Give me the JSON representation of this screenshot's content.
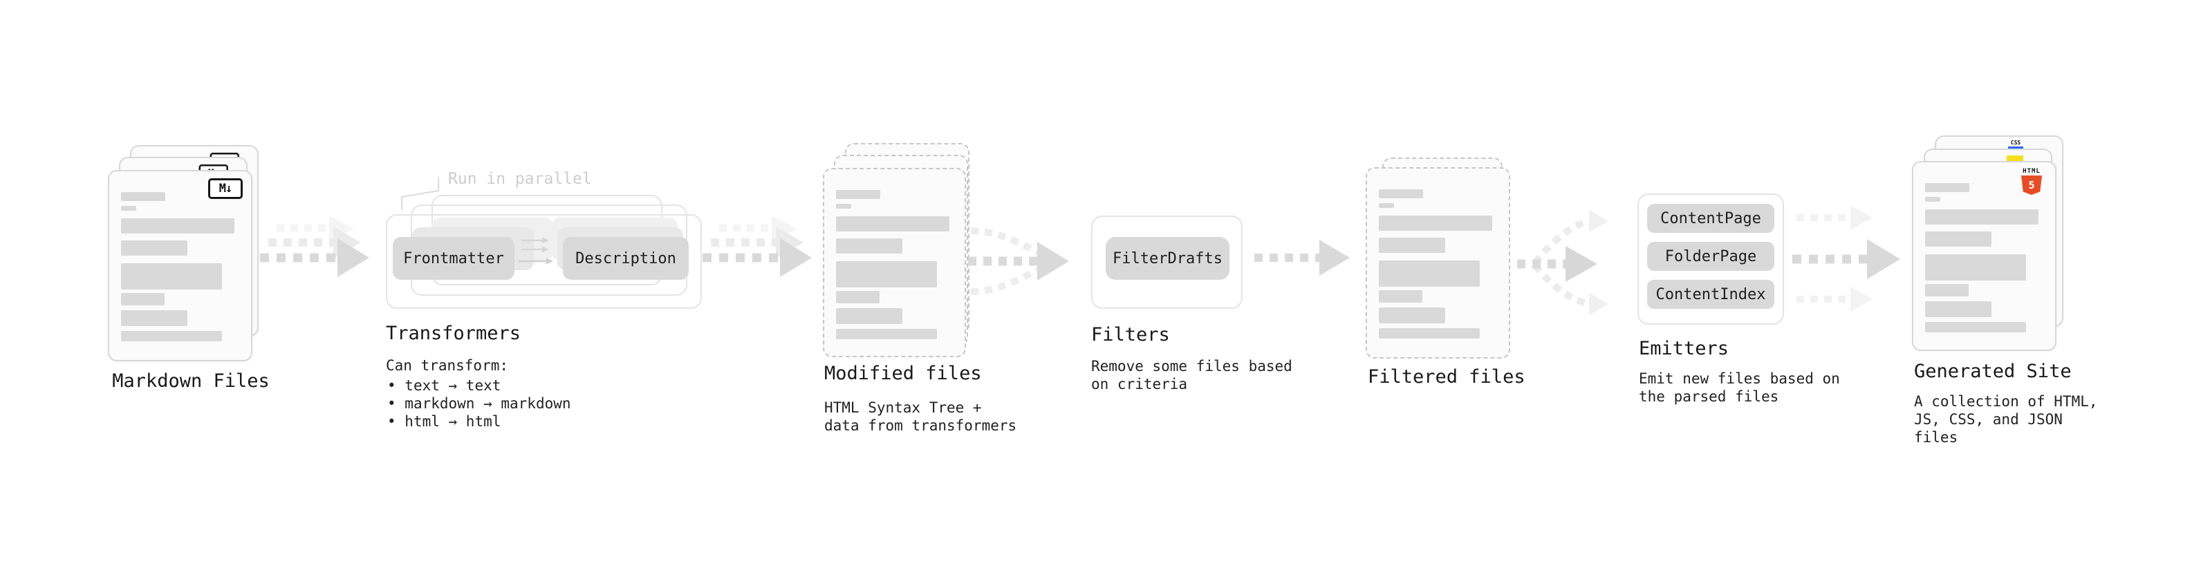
{
  "stages": {
    "markdown_files": {
      "label": "Markdown Files",
      "badge": "M↓"
    },
    "transformers": {
      "title": "Transformers",
      "note": "Run in parallel",
      "box_left": "Frontmatter",
      "box_right": "Description",
      "desc_heading": "Can transform:",
      "bullets": [
        "text → text",
        "markdown → markdown",
        "html → html"
      ]
    },
    "modified_files": {
      "label": "Modified files",
      "desc": "HTML Syntax Tree +\ndata from transformers"
    },
    "filters": {
      "title": "Filters",
      "box": "FilterDrafts",
      "desc": "Remove some files based\non criteria"
    },
    "filtered_files": {
      "label": "Filtered files"
    },
    "emitters": {
      "title": "Emitters",
      "boxes": [
        "ContentPage",
        "FolderPage",
        "ContentIndex"
      ],
      "desc": "Emit new files based on\nthe parsed files"
    },
    "generated_site": {
      "label": "Generated Site",
      "desc": "A collection of HTML,\nJS, CSS, and JSON files",
      "badge_html_label": "HTML",
      "badge_html_number": "5",
      "badge_css_label": "CSS"
    }
  },
  "colors": {
    "box_fill": "#d9d9d9",
    "skeleton": "#d9d9d9",
    "arrow_main": "#d9d9d9",
    "arrow_ghost": "#ececec",
    "note_gray": "#cdcdcd",
    "html5_orange": "#e44d26",
    "js_yellow": "#f7df1e",
    "css_blue": "#2965f1"
  }
}
